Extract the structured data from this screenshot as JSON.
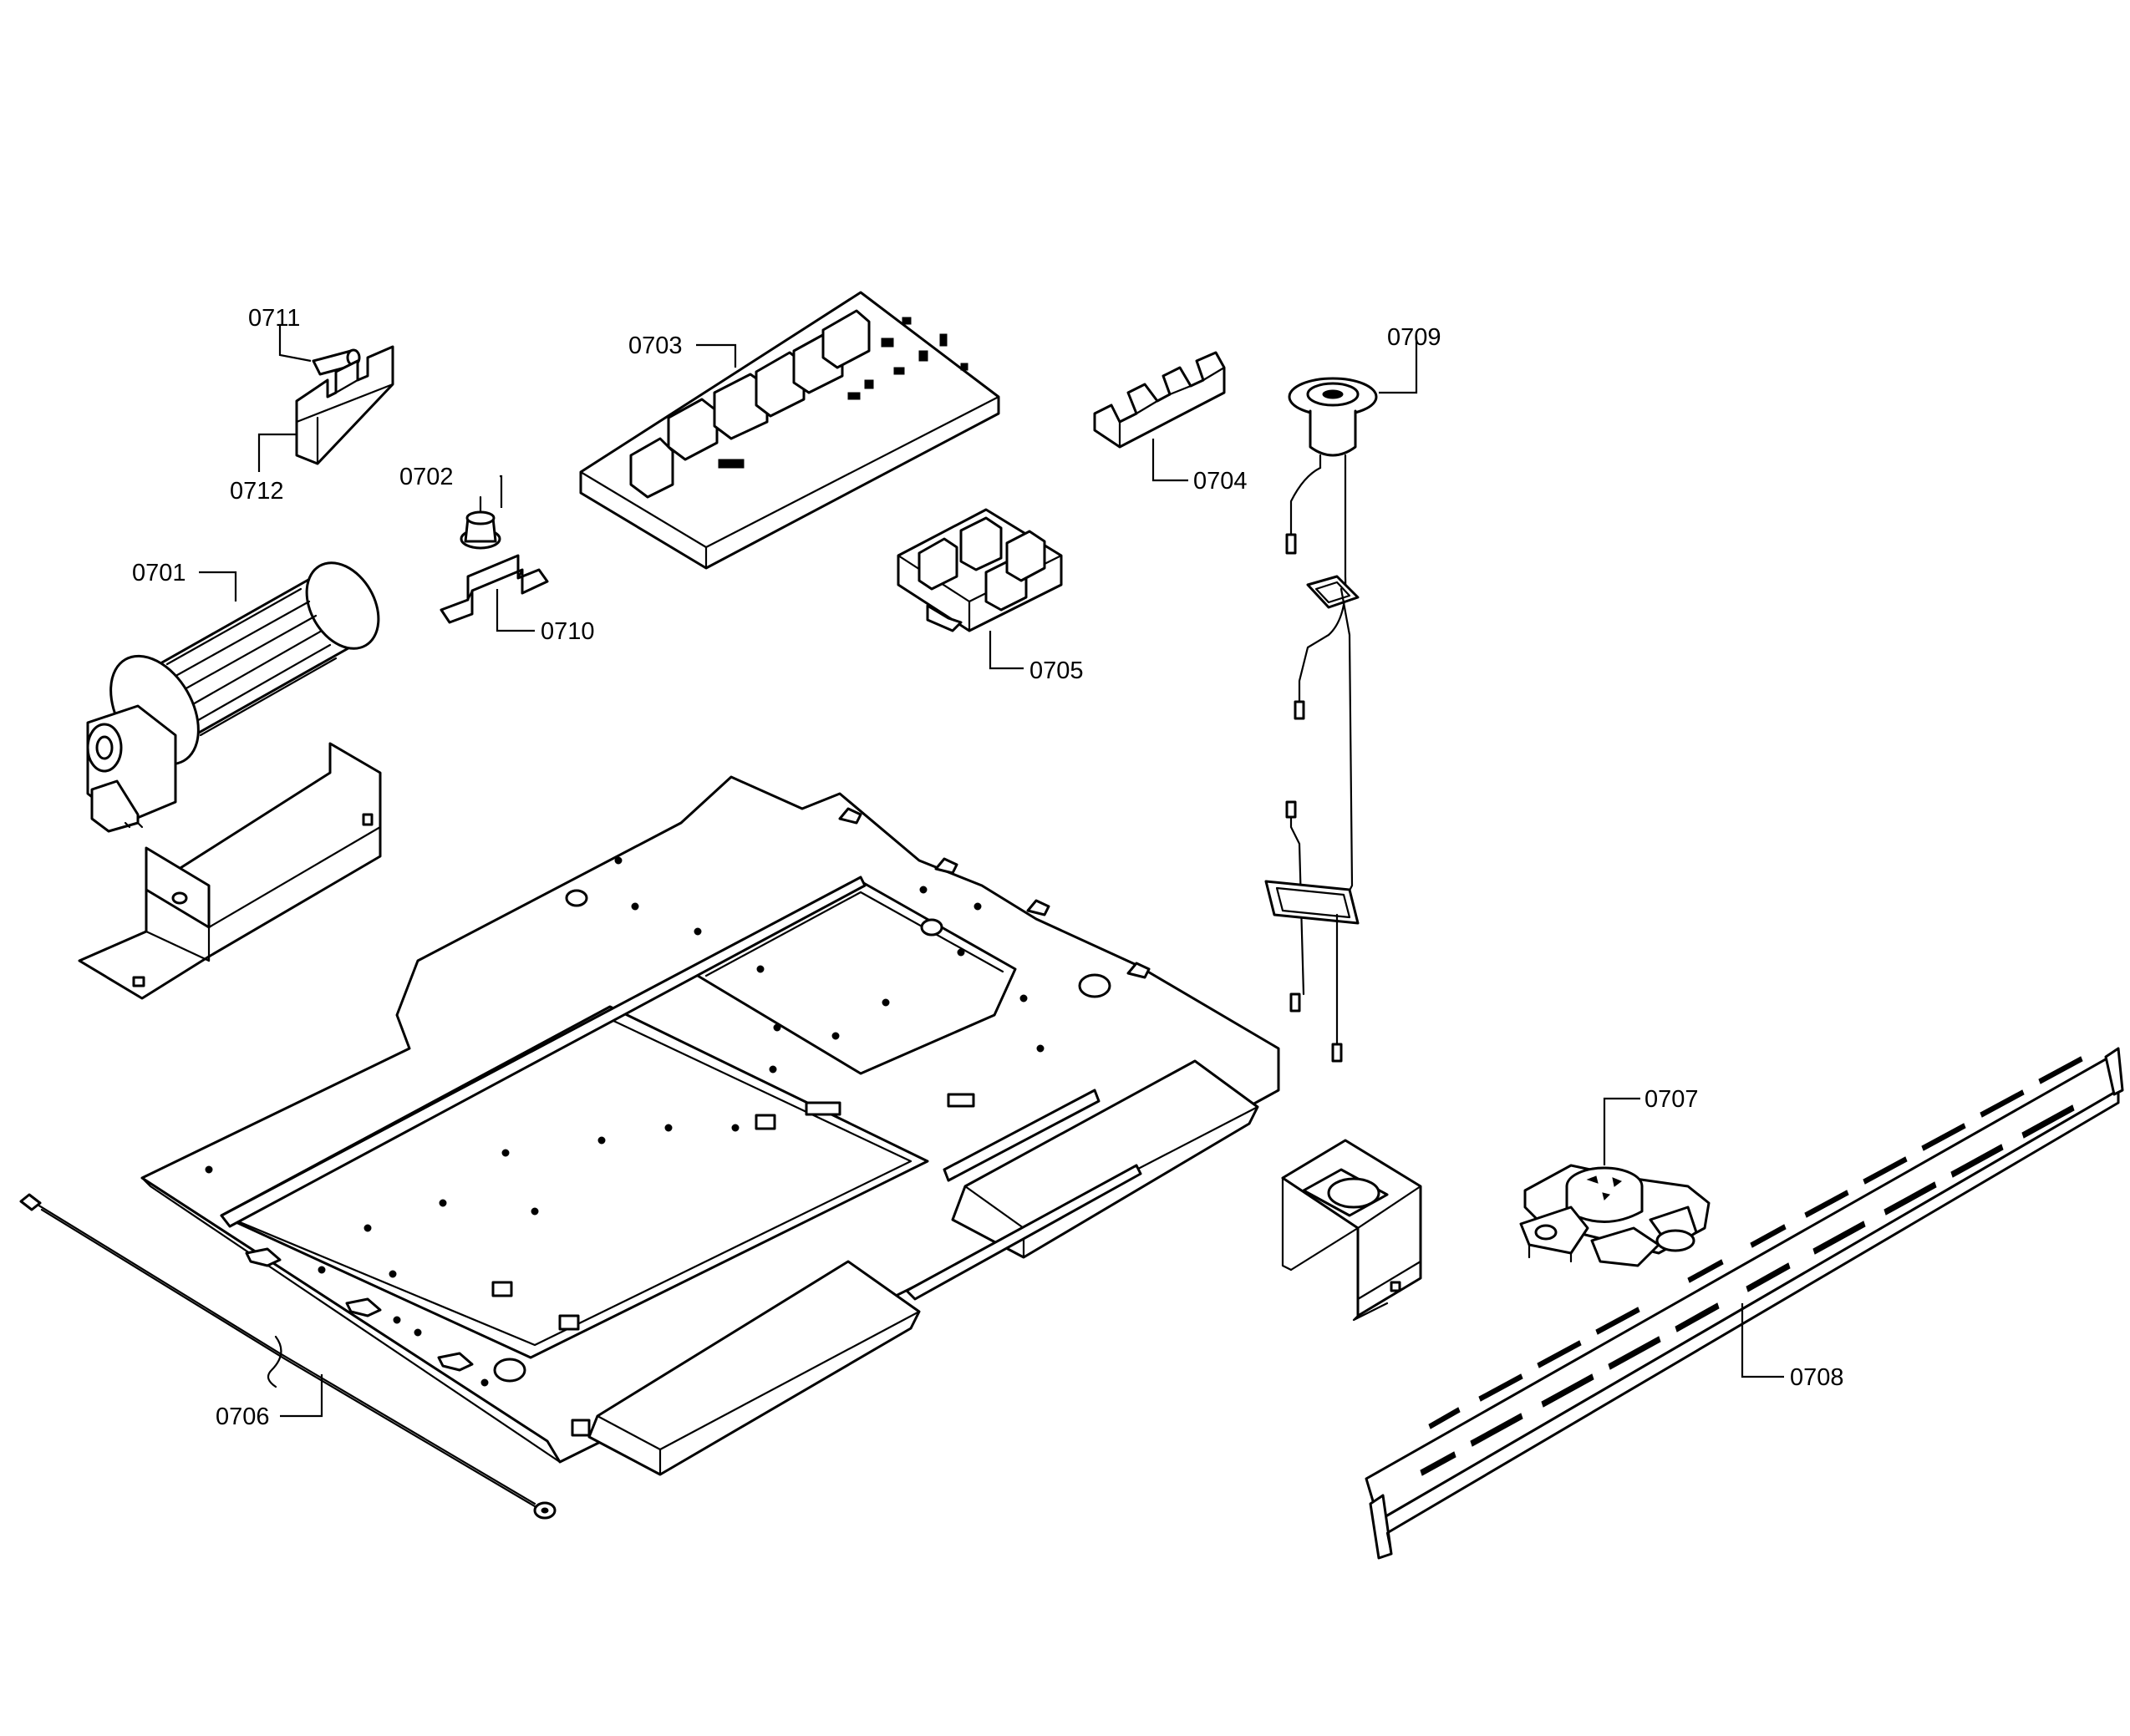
{
  "diagram": {
    "callouts": [
      {
        "id": "0701",
        "label": "0701"
      },
      {
        "id": "0702",
        "label": "0702"
      },
      {
        "id": "0703",
        "label": "0703"
      },
      {
        "id": "0704",
        "label": "0704"
      },
      {
        "id": "0705",
        "label": "0705"
      },
      {
        "id": "0706",
        "label": "0706"
      },
      {
        "id": "0707",
        "label": "0707"
      },
      {
        "id": "0708",
        "label": "0708"
      },
      {
        "id": "0709",
        "label": "0709"
      },
      {
        "id": "0710",
        "label": "0710"
      },
      {
        "id": "0711",
        "label": "0711"
      },
      {
        "id": "0712",
        "label": "0712"
      }
    ]
  }
}
